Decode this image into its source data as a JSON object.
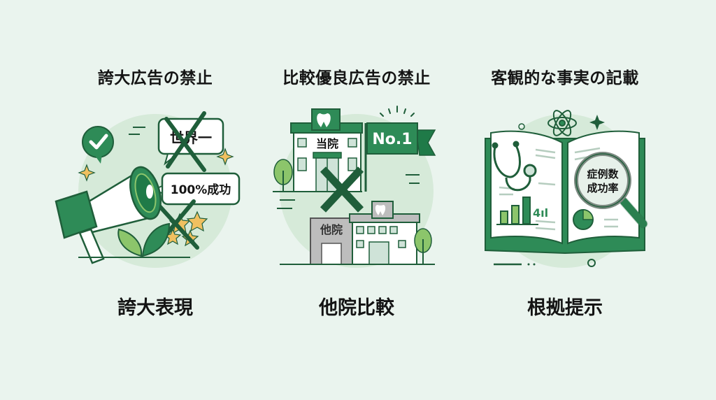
{
  "colors": {
    "background": "#eaf4ee",
    "circle": "#d6ead9",
    "primary_green": "#2e8b57",
    "dark_green": "#1f5e3a",
    "light_green": "#8cc56b",
    "star_yellow": "#f0c060",
    "gray_building": "#bdbdbd",
    "text": "#141414"
  },
  "panels": [
    {
      "title": "誇大広告の禁止",
      "caption": "誇大表現",
      "icons": [
        "megaphone-icon",
        "check-bubble-icon",
        "speech-bubble-icon",
        "cross-mark-icon",
        "star-icon",
        "leaf-icon",
        "sparkle-icon"
      ],
      "bubbles": [
        "世界一",
        "100%成功"
      ]
    },
    {
      "title": "比較優良広告の禁止",
      "caption": "他院比較",
      "icons": [
        "clinic-building-icon",
        "tooth-icon",
        "flag-icon",
        "cross-mark-icon",
        "tree-icon"
      ],
      "labels": {
        "our_clinic": "当院",
        "other_clinic": "他院",
        "flag": "No.1"
      }
    },
    {
      "title": "客観的な事実の記載",
      "caption": "根拠提示",
      "icons": [
        "open-book-icon",
        "stethoscope-icon",
        "bar-chart-icon",
        "pie-chart-icon",
        "magnifier-icon",
        "atom-icon",
        "sparkle-icon"
      ],
      "magnifier_text": [
        "症例数",
        "成功率"
      ],
      "chart_label": "4ıl"
    }
  ]
}
